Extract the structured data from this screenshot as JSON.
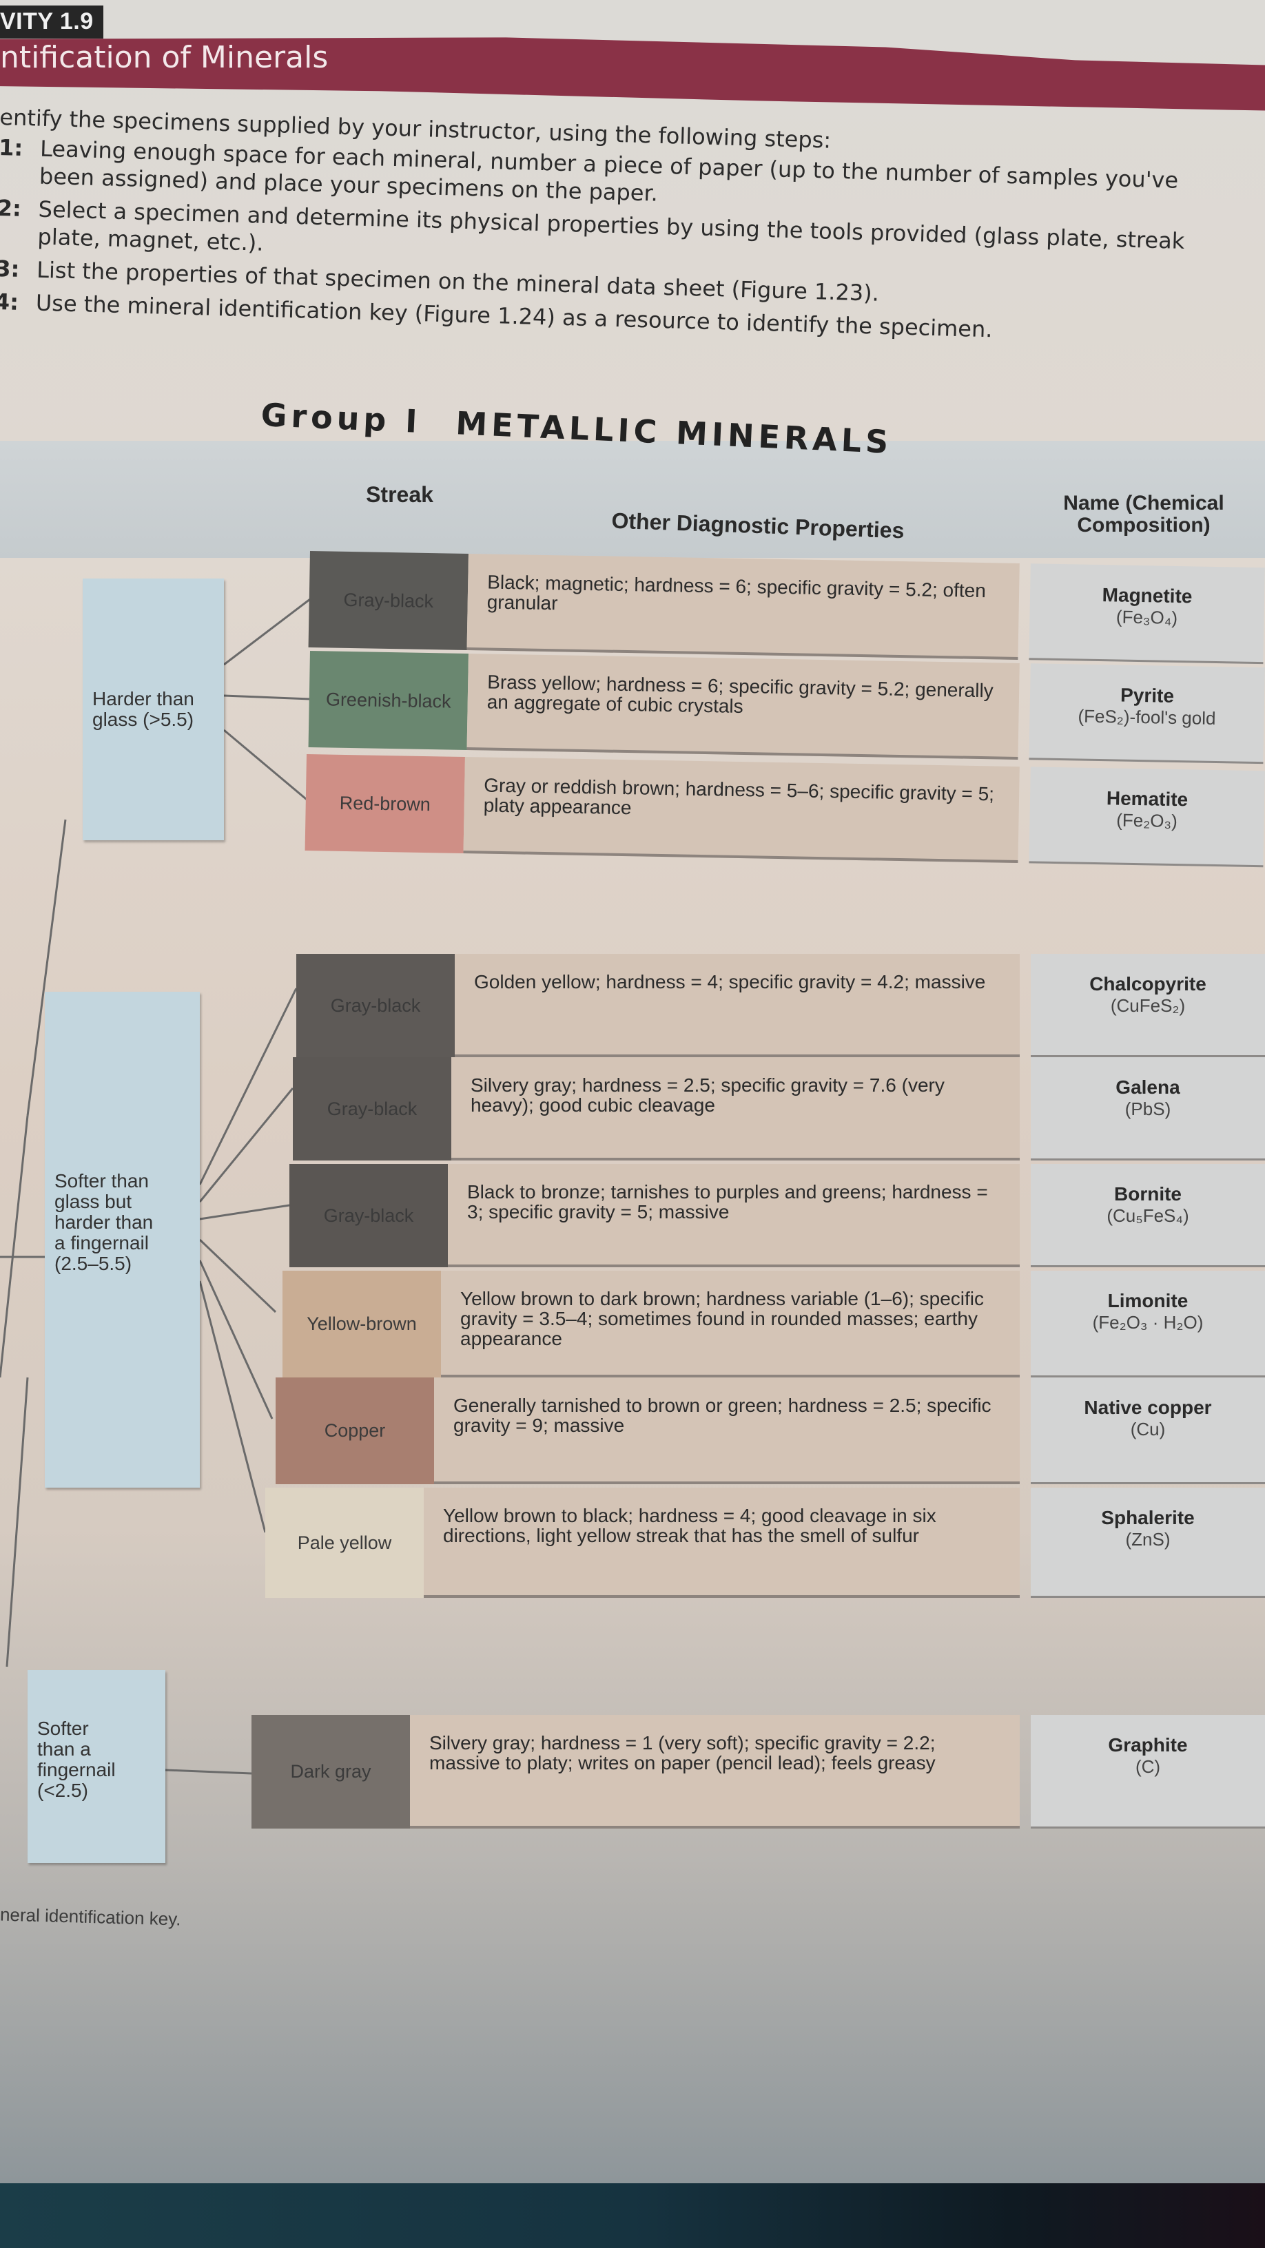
{
  "header": {
    "activity_tag": "VITY 1.9",
    "title": "ntification of Minerals",
    "accent_color": "#8a3247"
  },
  "intro": {
    "lead": "entify the specimens supplied by your instructor, using the following steps:",
    "steps": [
      {
        "num": "1:",
        "text": "Leaving enough space for each mineral, number a piece of paper (up to the number of samples you've been assigned) and place your specimens on the paper."
      },
      {
        "num": "2:",
        "text": "Select a specimen and determine its physical properties by using the tools provided (glass plate, streak plate, magnet, etc.)."
      },
      {
        "num": "3:",
        "text": "List the properties of that specimen on the mineral data sheet (Figure 1.23)."
      },
      {
        "num": "4:",
        "text": "Use the mineral identification key (Figure 1.24) as a resource to identify the specimen."
      }
    ]
  },
  "key": {
    "group_label": "Group I",
    "group_title": "METALLIC MINERALS",
    "columns": {
      "streak": "Streak",
      "props": "Other Diagnostic Properties",
      "name": "Name (Chemical Composition)"
    },
    "hardness_groups": [
      {
        "label": "Harder than glass (>5.5)",
        "minerals": [
          {
            "streak": "Gray-black",
            "streak_color": "#5b5a57",
            "props": "Black; magnetic; hardness = 6; specific gravity = 5.2; often granular",
            "name": "Magnetite",
            "formula": "(Fe₃O₄)"
          },
          {
            "streak": "Greenish-black",
            "streak_color": "#6a8770",
            "props": "Brass yellow; hardness = 6; specific gravity = 5.2; generally an aggregate of cubic crystals",
            "name": "Pyrite",
            "formula": "(FeS₂)-fool's gold"
          },
          {
            "streak": "Red-brown",
            "streak_color": "#cf8f86",
            "props": "Gray or reddish brown; hardness = 5–6; specific gravity = 5; platy appearance",
            "name": "Hematite",
            "formula": "(Fe₂O₃)"
          }
        ]
      },
      {
        "label": "Softer than glass but harder than a fingernail (2.5–5.5)",
        "minerals": [
          {
            "streak": "Gray-black",
            "streak_color": "#5e5a57",
            "props": "Golden yellow; hardness = 4; specific gravity = 4.2; massive",
            "name": "Chalcopyrite",
            "formula": "(CuFeS₂)"
          },
          {
            "streak": "Gray-black",
            "streak_color": "#5c5855",
            "props": "Silvery gray; hardness = 2.5; specific gravity = 7.6 (very heavy); good cubic cleavage",
            "name": "Galena",
            "formula": "(PbS)"
          },
          {
            "streak": "Gray-black",
            "streak_color": "#5a5653",
            "props": "Black to bronze; tarnishes to purples and greens; hardness = 3; specific gravity = 5; massive",
            "name": "Bornite",
            "formula": "(Cu₅FeS₄)"
          },
          {
            "streak": "Yellow-brown",
            "streak_color": "#c9ad94",
            "props": "Yellow brown to dark brown; hardness variable (1–6); specific gravity = 3.5–4; sometimes found in rounded masses; earthy appearance",
            "name": "Limonite",
            "formula": "(Fe₂O₃ · H₂O)"
          },
          {
            "streak": "Copper",
            "streak_color": "#a87f70",
            "props": "Generally tarnished to brown or green; hardness = 2.5; specific gravity = 9; massive",
            "name": "Native copper",
            "formula": "(Cu)"
          },
          {
            "streak": "Pale yellow",
            "streak_color": "#ddd4c3",
            "props": "Yellow brown to black; hardness = 4; good cleavage in six directions, light yellow streak that has the smell of sulfur",
            "name": "Sphalerite",
            "formula": "(ZnS)"
          }
        ]
      },
      {
        "label": "Softer than a fingernail (<2.5)",
        "minerals": [
          {
            "streak": "Dark gray",
            "streak_color": "#76706b",
            "props": "Silvery gray; hardness = 1 (very soft); specific gravity = 2.2; massive to platy; writes on paper (pencil lead); feels greasy",
            "name": "Graphite",
            "formula": "(C)"
          }
        ]
      }
    ],
    "caption": "neral identification key."
  }
}
